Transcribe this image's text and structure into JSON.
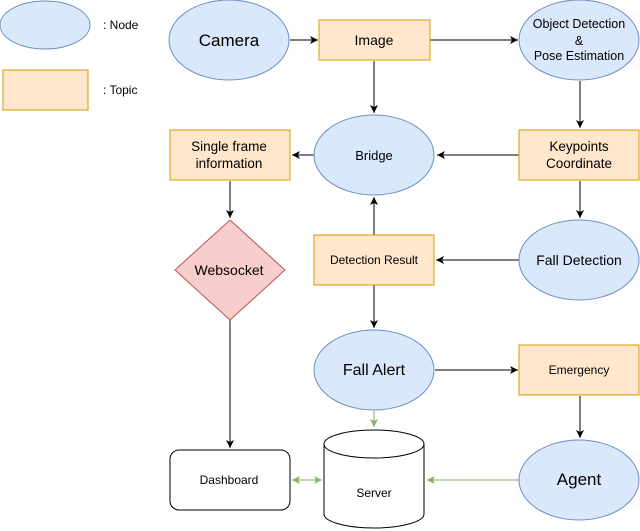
{
  "colors": {
    "node_fill": "#dae8fc",
    "node_stroke": "#6c8ebf",
    "topic_fill": "#ffe6cc",
    "topic_stroke": "#d79b00",
    "decision_fill": "#f8cecc",
    "decision_stroke": "#b85450",
    "arrow": "#000000",
    "green_arrow": "#82b366",
    "plain_fill": "#ffffff",
    "plain_stroke": "#000000"
  },
  "legend": {
    "node_label": ": Node",
    "topic_label": ": Topic"
  },
  "nodes": {
    "camera": "Camera",
    "object_detection": [
      "Object Detection",
      "&",
      "Pose Estimation"
    ],
    "bridge": "Bridge",
    "fall_detection": "Fall Detection",
    "fall_alert": "Fall Alert",
    "agent": "Agent"
  },
  "topics": {
    "image": "Image",
    "single_frame": [
      "Single frame",
      "information"
    ],
    "keypoints": [
      "Keypoints",
      "Coordinate"
    ],
    "detection_result": "Detection Result",
    "emergency": "Emergency"
  },
  "others": {
    "websocket": "Websocket",
    "dashboard": "Dashboard",
    "server": "Server"
  }
}
